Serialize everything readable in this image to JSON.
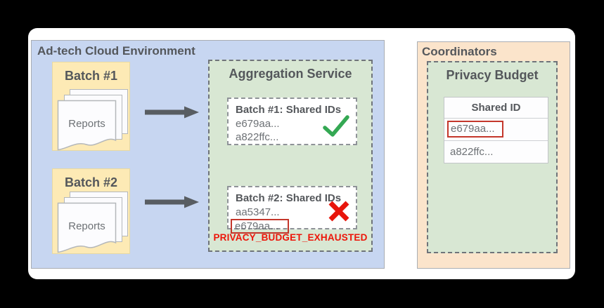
{
  "colors": {
    "environment_blue": "#c7d6f1",
    "batch_yellow": "#fdeab5",
    "service_green": "#d8e7d3",
    "coordinator_orange": "#fbe4cb",
    "error_red": "#ed1509",
    "highlight_box_red": "#c4372b",
    "success_check_green": "#34a853",
    "arrow_gray": "#585d62"
  },
  "adtech": {
    "label": "Ad-tech Cloud Environment",
    "batch1": {
      "title": "Batch #1",
      "reports_label": "Reports"
    },
    "batch2": {
      "title": "Batch #2",
      "reports_label": "Reports"
    },
    "aggregation": {
      "title": "Aggregation Service",
      "result1": {
        "title": "Batch #1: Shared IDs",
        "ids": [
          "e679aa...",
          "a822ffc..."
        ],
        "status": "success"
      },
      "result2": {
        "title": "Batch #2: Shared IDs",
        "ids": [
          "aa5347...",
          "e679aa..."
        ],
        "status": "error",
        "highlighted_id": "e679aa..."
      },
      "error_label": "PRIVACY_BUDGET_EXHAUSTED"
    }
  },
  "coordinators": {
    "label": "Coordinators",
    "privacy_budget": {
      "title": "Privacy Budget",
      "table": {
        "header": "Shared ID",
        "rows": [
          "e679aa...",
          "a822ffc..."
        ],
        "highlighted_row": "e679aa..."
      }
    }
  }
}
